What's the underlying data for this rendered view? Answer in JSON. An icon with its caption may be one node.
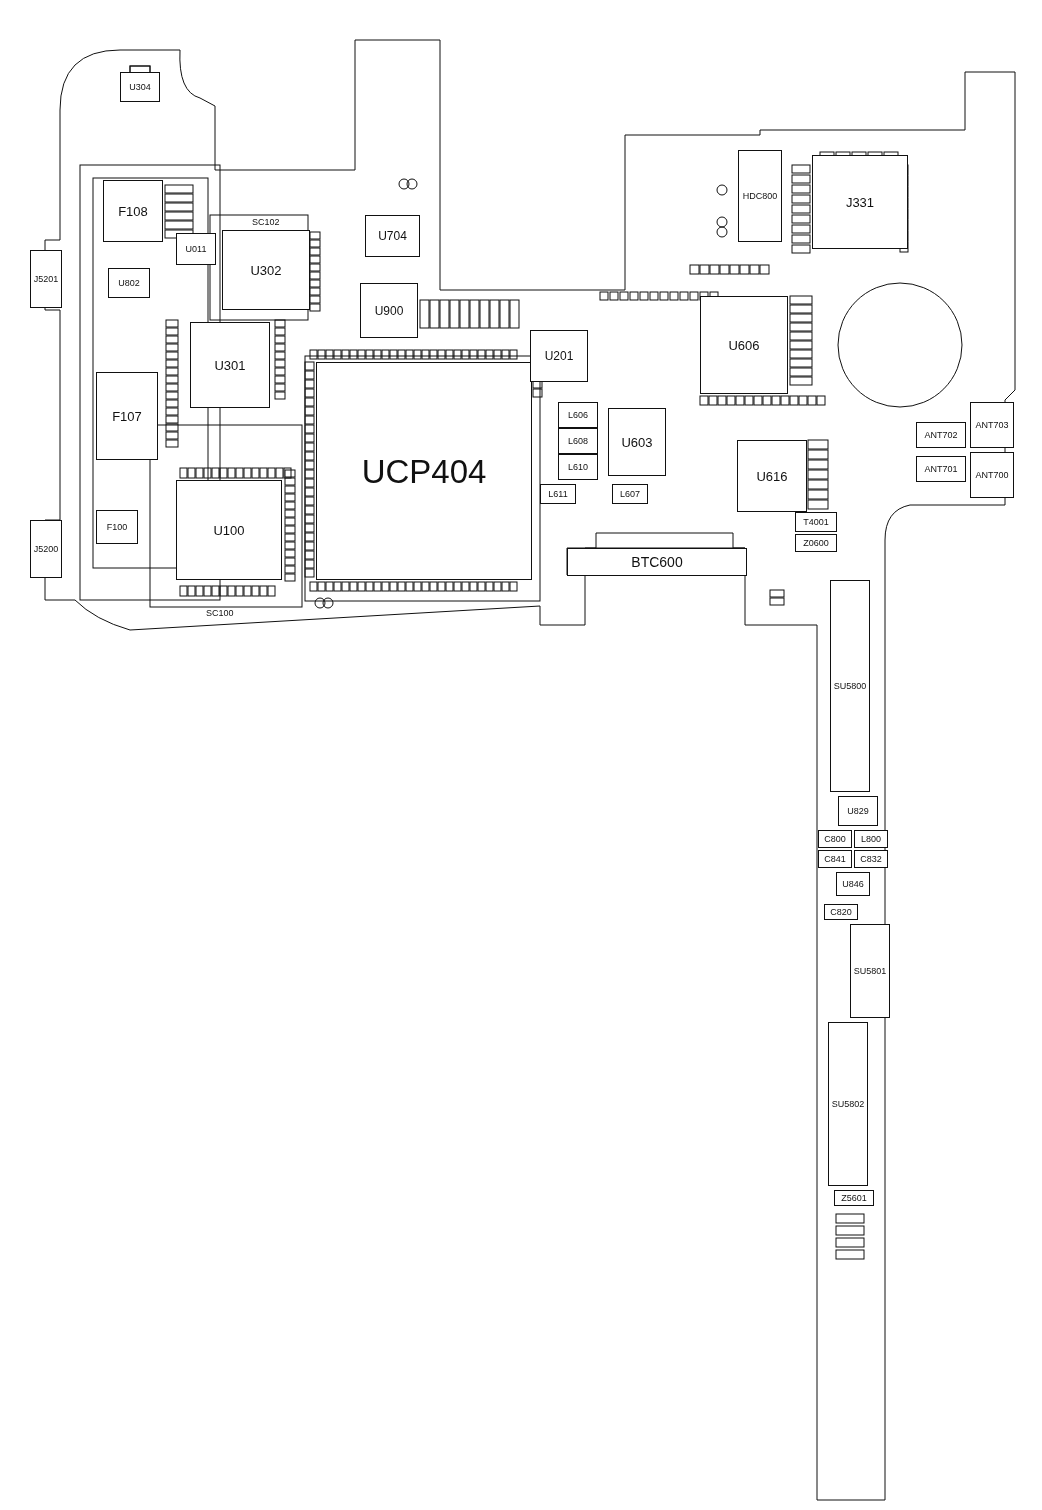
{
  "diagram": {
    "nodes": [
      {
        "text": [
          "U304"
        ]
      },
      {
        "text": [
          "F108"
        ]
      },
      {
        "text": [
          "U011"
        ]
      },
      {
        "text": [
          "U302"
        ]
      },
      {
        "text": [
          "J5201"
        ]
      },
      {
        "text": [
          "U802"
        ]
      },
      {
        "text": [
          "U301"
        ]
      },
      {
        "text": [
          "F107"
        ]
      },
      {
        "text": [
          "U100"
        ]
      },
      {
        "text": [
          "F100"
        ]
      },
      {
        "text": [
          "J5200"
        ]
      },
      {
        "text": [
          "U704"
        ]
      },
      {
        "text": [
          "U900"
        ]
      },
      {
        "text": [
          "UCP404"
        ]
      },
      {
        "text": [
          "U201"
        ]
      },
      {
        "text": [
          "HDC800"
        ]
      },
      {
        "text": [
          "J331"
        ]
      },
      {
        "text": [
          "U606"
        ]
      },
      {
        "text": [
          "L606"
        ]
      },
      {
        "text": [
          "L608"
        ]
      },
      {
        "text": [
          "L610"
        ]
      },
      {
        "text": [
          "U603"
        ]
      },
      {
        "text": [
          "L611"
        ]
      },
      {
        "text": [
          "L607"
        ]
      },
      {
        "text": [
          "U616"
        ]
      },
      {
        "text": [
          "ANT702"
        ]
      },
      {
        "text": [
          "ANT703"
        ]
      },
      {
        "text": [
          "ANT701"
        ]
      },
      {
        "text": [
          "ANT700"
        ]
      },
      {
        "text": [
          "T4001"
        ]
      },
      {
        "text": [
          "Z0600"
        ]
      },
      {
        "text": [
          "BTC600"
        ]
      },
      {
        "text": [
          "SU5800"
        ]
      },
      {
        "text": [
          "U829"
        ]
      },
      {
        "text": [
          "C800"
        ]
      },
      {
        "text": [
          "L800"
        ]
      },
      {
        "text": [
          "C841"
        ]
      },
      {
        "text": [
          "C832"
        ]
      },
      {
        "text": [
          "U846"
        ]
      },
      {
        "text": [
          "C820"
        ]
      },
      {
        "text": [
          "SU5801"
        ]
      },
      {
        "text": [
          "SU5802"
        ]
      },
      {
        "text": [
          "Z5601"
        ]
      }
    ],
    "labels": [
      "SC102",
      "SC100"
    ]
  }
}
